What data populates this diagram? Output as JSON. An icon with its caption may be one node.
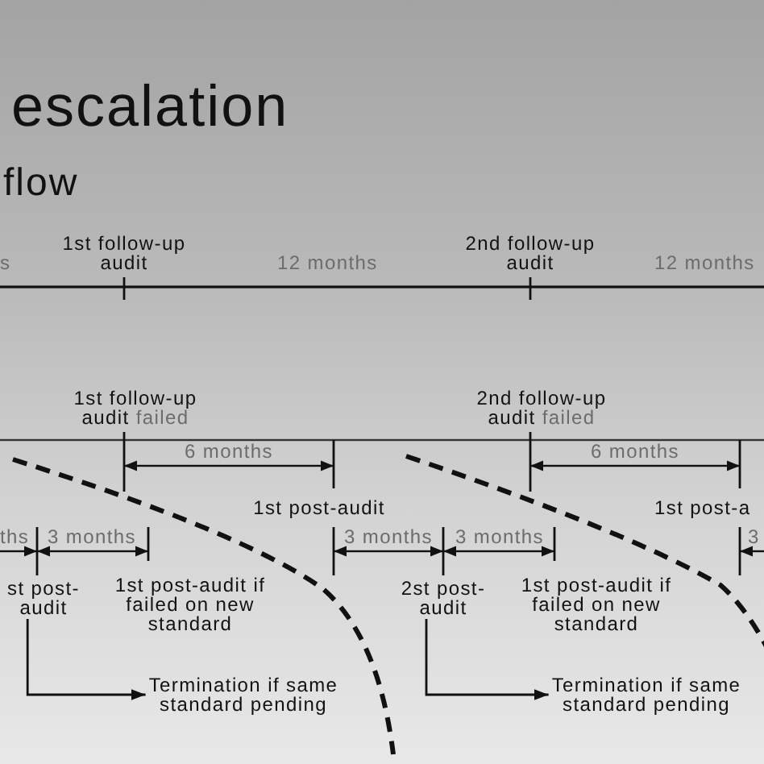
{
  "diagram": {
    "title": "escalation",
    "nodes": [
      {
        "text": [
          "st post- audit"
        ]
      },
      {
        "text": [
          "Termination if same standard pending"
        ]
      },
      {
        "text": [
          "2st post- audit"
        ]
      },
      {
        "text": [
          "Termination if same standard pending"
        ]
      }
    ],
    "edges": [
      {
        "from": 0,
        "to": 1,
        "arrow": "to"
      },
      {
        "from": 2,
        "to": 3,
        "arrow": "to"
      }
    ],
    "labels": [
      "flow",
      "s",
      "1st follow-up audit",
      "12 months",
      "2nd follow-up audit",
      "12 months",
      "1st follow-up audit failed",
      "2nd follow-up audit failed",
      "6 months",
      "6 months",
      "1st post-audit",
      "1st post-a",
      "ths",
      "3 months",
      "3 months",
      "3 months",
      "3",
      "1st post-audit if failed on new standard",
      "1st post-audit if failed on new standard"
    ]
  }
}
